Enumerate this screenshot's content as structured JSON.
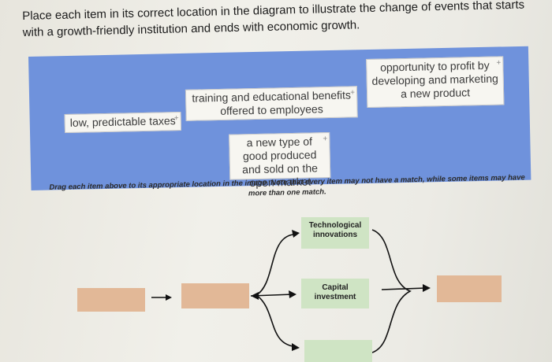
{
  "instructions": "Place each item in its correct location in the diagram to illustrate the change of events that starts with a growth-friendly institution and ends with economic growth.",
  "tiles": [
    {
      "label": "low, predictable taxes"
    },
    {
      "label": "training and educational benefits offered to employees"
    },
    {
      "label": "opportunity to profit by developing and marketing a new product"
    },
    {
      "label": "a new type of good produced and sold on the open market"
    }
  ],
  "hint": "Drag each item above to its appropriate location in the image. Note that every item may not have a match, while some items may have more than one match.",
  "diagram": {
    "labels": {
      "technological": "Technological innovations",
      "capital": "Capital investment"
    }
  },
  "colors": {
    "bank": "#6f92dc",
    "slot_orange": "#e2b897",
    "slot_green": "#cfe4c4"
  },
  "icons": {
    "tile_add": "plus-icon"
  }
}
